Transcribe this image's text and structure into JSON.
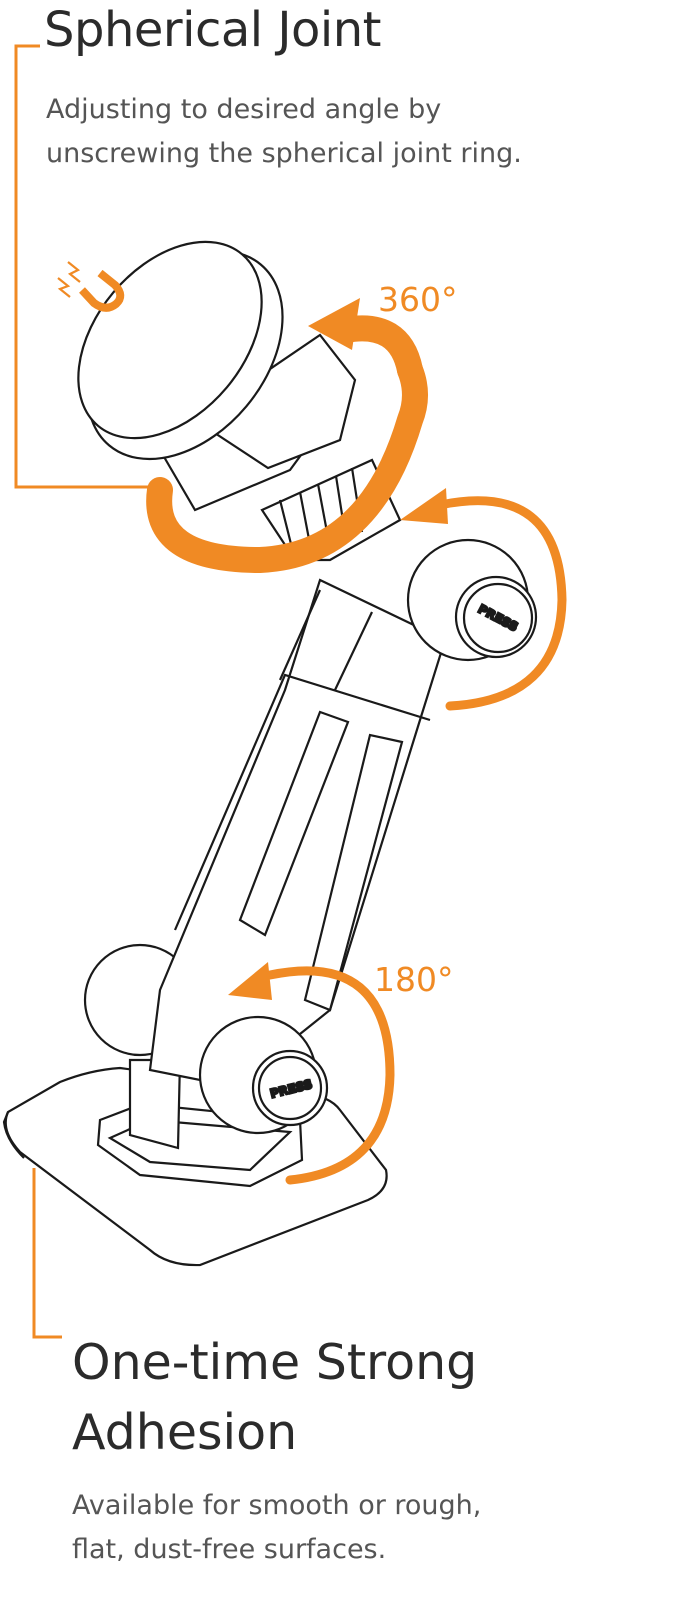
{
  "sections": {
    "top": {
      "title": "Spherical Joint",
      "desc_lines": [
        "Adjusting to desired angle by",
        "unscrewing the spherical joint ring."
      ]
    },
    "bottom": {
      "title_lines": [
        "One-time Strong",
        "Adhesion"
      ],
      "desc_lines": [
        "Available for smooth or rough,",
        "flat, dust-free surfaces."
      ]
    }
  },
  "annotations": {
    "rotation_top": "360°",
    "rotation_bottom": "180°",
    "button_label": "PRESS"
  },
  "icons": [
    "magnet-icon"
  ],
  "colors": {
    "accent": "#f08a24",
    "text": "#2b2b2b",
    "line_art": "#1a1a1a"
  }
}
